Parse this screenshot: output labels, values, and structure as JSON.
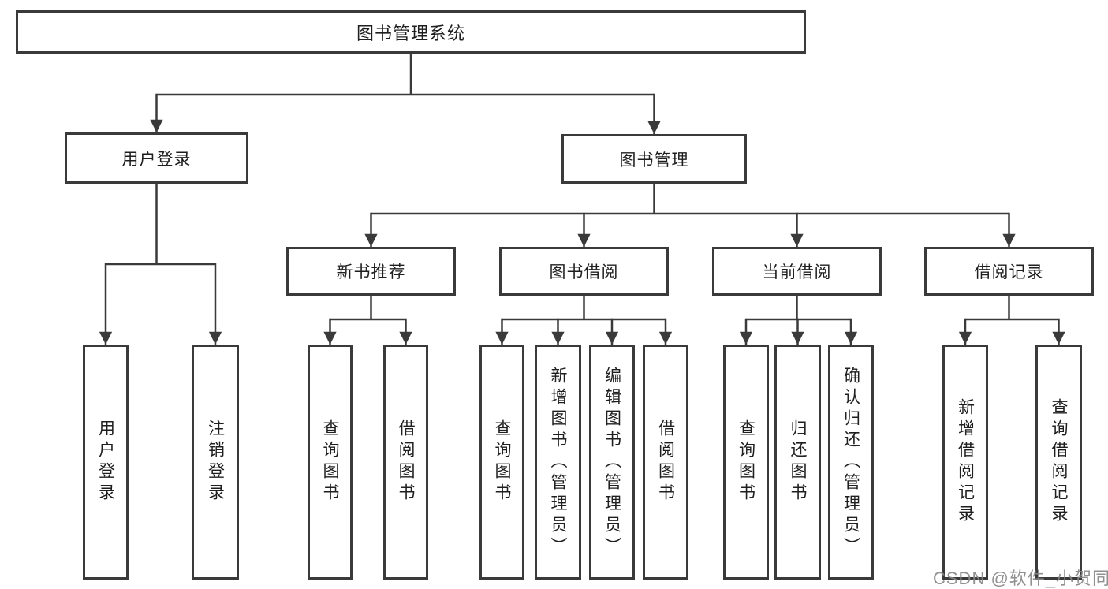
{
  "diagram": {
    "root": {
      "label": "图书管理系统",
      "children": [
        {
          "label": "用户登录",
          "children": [
            {
              "label": "用户登录"
            },
            {
              "label": "注销登录"
            }
          ]
        },
        {
          "label": "图书管理",
          "children": [
            {
              "label": "新书推荐",
              "children": [
                {
                  "label": "查询图书"
                },
                {
                  "label": "借阅图书"
                }
              ]
            },
            {
              "label": "图书借阅",
              "children": [
                {
                  "label": "查询图书"
                },
                {
                  "label": "新增图书（管理员）"
                },
                {
                  "label": "编辑图书（管理员）"
                },
                {
                  "label": "借阅图书"
                }
              ]
            },
            {
              "label": "当前借阅",
              "children": [
                {
                  "label": "查询图书"
                },
                {
                  "label": "归还图书"
                },
                {
                  "label": "确认归还（管理员）"
                }
              ]
            },
            {
              "label": "借阅记录",
              "children": [
                {
                  "label": "新增借阅记录"
                },
                {
                  "label": "查询借阅记录"
                }
              ]
            }
          ]
        }
      ]
    }
  },
  "watermark": {
    "text": "CSDN @软件_小贺同学"
  },
  "colors": {
    "line": "#3a3a3a",
    "text": "#1f1f1f",
    "background": "#ffffff",
    "watermark": "#878787"
  }
}
